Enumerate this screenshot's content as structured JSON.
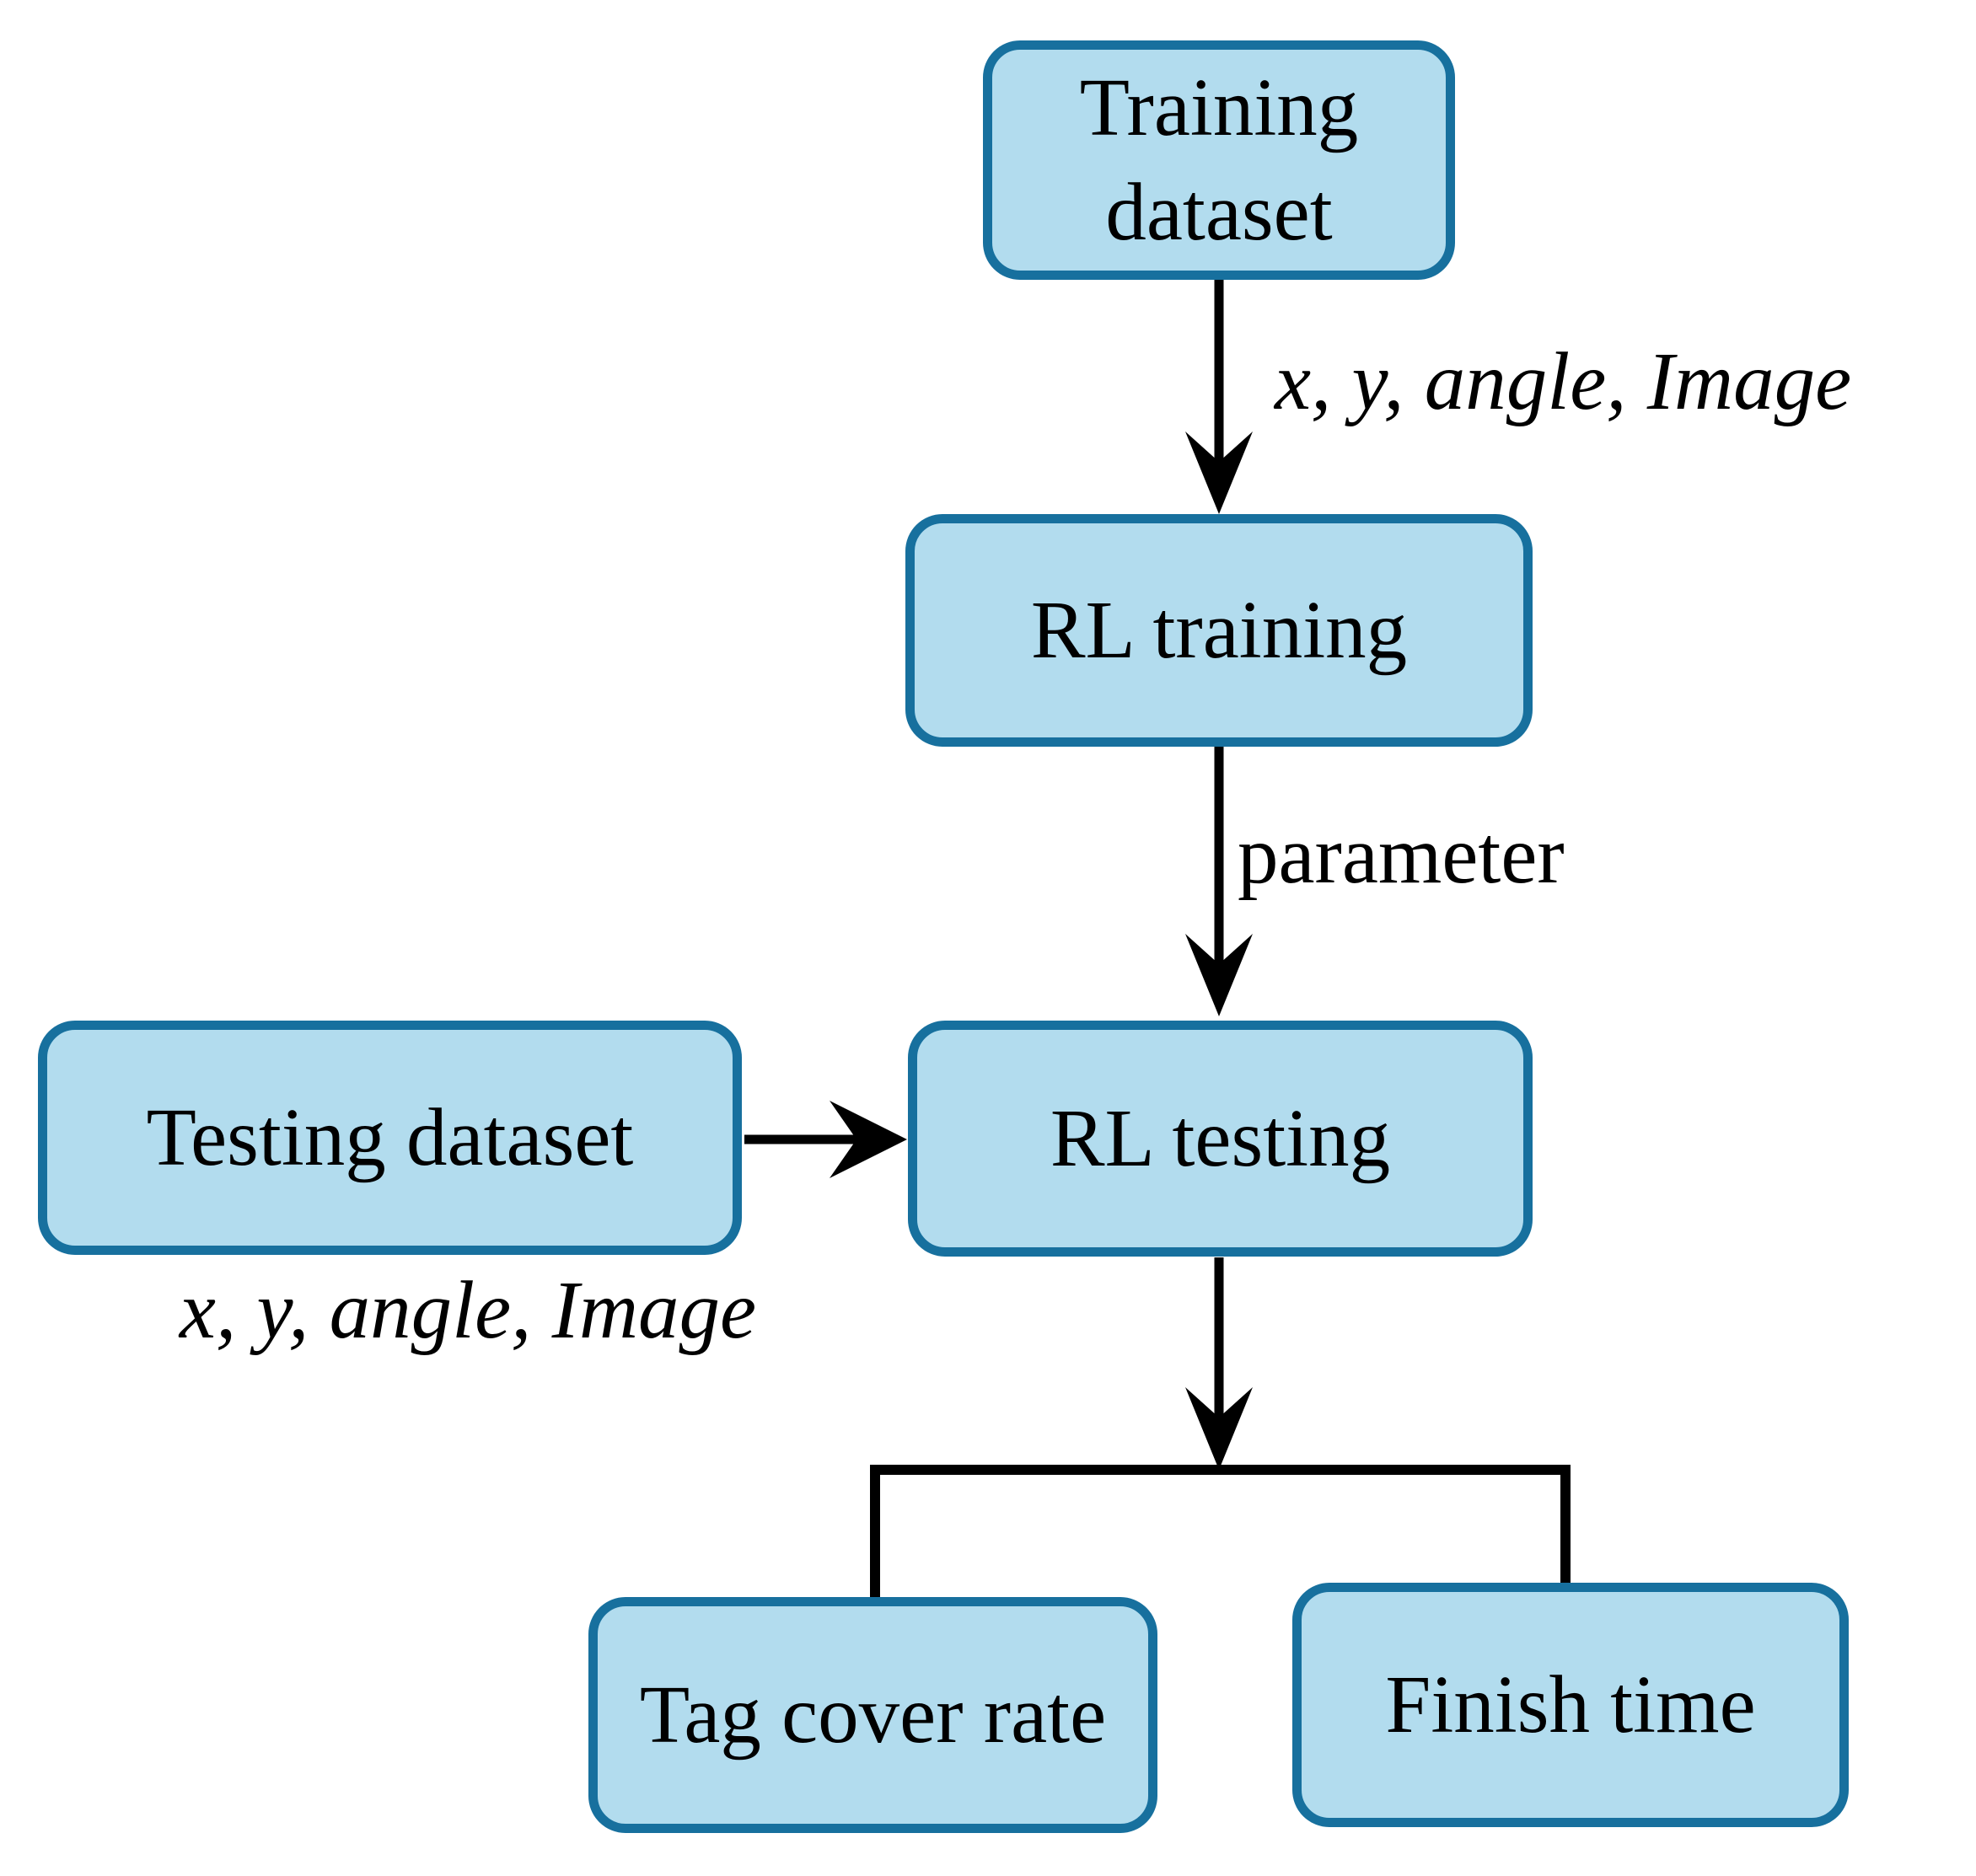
{
  "nodes": {
    "training_dataset": {
      "label": "Training dataset"
    },
    "rl_training": {
      "label": "RL training"
    },
    "testing_dataset": {
      "label": "Testing dataset"
    },
    "rl_testing": {
      "label": "RL testing"
    },
    "tag_cover_rate": {
      "label": "Tag cover rate"
    },
    "finish_time": {
      "label": "Finish time"
    }
  },
  "edge_labels": {
    "training_to_rl_training": "x, y, angle, Image",
    "rl_training_to_rl_testing": "parameter",
    "testing_dataset_below": "x, y, angle, Image"
  },
  "edges": [
    {
      "from": "training_dataset",
      "to": "rl_training"
    },
    {
      "from": "rl_training",
      "to": "rl_testing"
    },
    {
      "from": "testing_dataset",
      "to": "rl_testing"
    },
    {
      "from": "rl_testing",
      "to": "tag_cover_rate"
    },
    {
      "from": "rl_testing",
      "to": "finish_time"
    }
  ],
  "colors": {
    "node_fill": "#b2dcee",
    "node_border": "#17709e",
    "arrow": "#000000",
    "text": "#000000",
    "background": "#ffffff"
  }
}
